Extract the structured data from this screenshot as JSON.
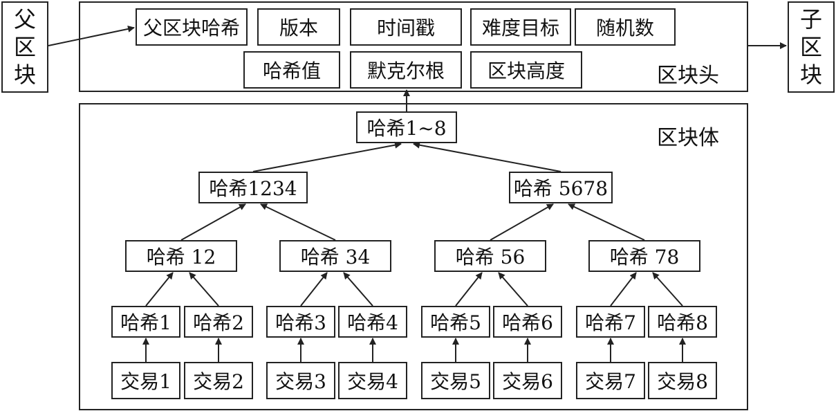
{
  "parent_block": [
    "父",
    "区",
    "块"
  ],
  "child_block": [
    "子",
    "区",
    "块"
  ],
  "header": {
    "label": "区块头",
    "fields_row1": [
      "父区块哈希",
      "版本",
      "时间戳",
      "难度目标",
      "随机数"
    ],
    "fields_row2": [
      "哈希值",
      "默克尔根",
      "区块高度"
    ]
  },
  "body": {
    "label": "区块体",
    "root": "哈希1~8",
    "level2": [
      "哈希1234",
      "哈希 5678"
    ],
    "level3": [
      "哈希 12",
      "哈希 34",
      "哈希 56",
      "哈希 78"
    ],
    "hashes": [
      "哈希1",
      "哈希2",
      "哈希3",
      "哈希4",
      "哈希5",
      "哈希6",
      "哈希7",
      "哈希8"
    ],
    "transactions": [
      "交易1",
      "交易2",
      "交易3",
      "交易4",
      "交易5",
      "交易6",
      "交易7",
      "交易8"
    ]
  }
}
